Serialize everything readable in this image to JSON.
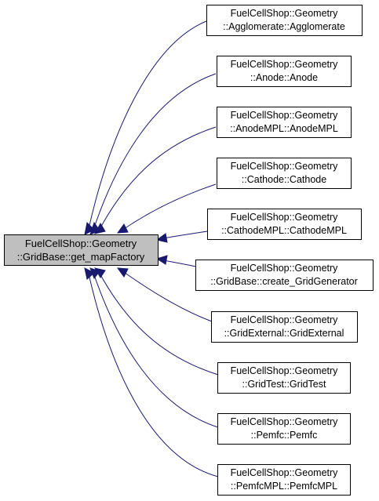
{
  "focus_node": {
    "line1": "FuelCellShop::Geometry",
    "line2": "::GridBase::get_mapFactory"
  },
  "callers": [
    {
      "line1": "FuelCellShop::Geometry",
      "line2": "::Agglomerate::Agglomerate"
    },
    {
      "line1": "FuelCellShop::Geometry",
      "line2": "::Anode::Anode"
    },
    {
      "line1": "FuelCellShop::Geometry",
      "line2": "::AnodeMPL::AnodeMPL"
    },
    {
      "line1": "FuelCellShop::Geometry",
      "line2": "::Cathode::Cathode"
    },
    {
      "line1": "FuelCellShop::Geometry",
      "line2": "::CathodeMPL::CathodeMPL"
    },
    {
      "line1": "FuelCellShop::Geometry",
      "line2": "::GridBase::create_GridGenerator"
    },
    {
      "line1": "FuelCellShop::Geometry",
      "line2": "::GridExternal::GridExternal"
    },
    {
      "line1": "FuelCellShop::Geometry",
      "line2": "::GridTest::GridTest"
    },
    {
      "line1": "FuelCellShop::Geometry",
      "line2": "::Pemfc::Pemfc"
    },
    {
      "line1": "FuelCellShop::Geometry",
      "line2": "::PemfcMPL::PemfcMPL"
    }
  ],
  "colors": {
    "edge": "#191970",
    "focus_fill": "#bfbfbf",
    "node_fill": "#ffffff",
    "border": "#000000"
  }
}
